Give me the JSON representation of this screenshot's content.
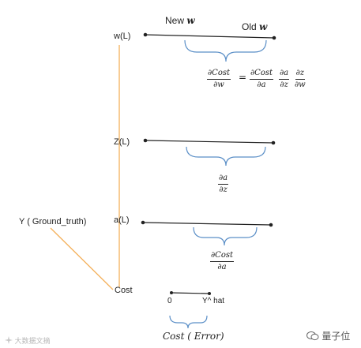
{
  "colors": {
    "line": "#222222",
    "brace": "#5b8fc7",
    "connector": "#f4b05a"
  },
  "headers": {
    "new_label": "New",
    "new_var": "w",
    "old_label": "Old",
    "old_var": "w"
  },
  "nodes": {
    "w": "w(L)",
    "z": "Z(L)",
    "a": "a(L)",
    "cost": "Cost",
    "y": "Y ( Ground_truth)"
  },
  "formulas": {
    "dcost_dw": {
      "num": "∂Cost",
      "den": "∂w"
    },
    "equals": "=",
    "dcost_da": {
      "num": "∂Cost",
      "den": "∂a"
    },
    "da_dz": {
      "num": "∂a",
      "den": "∂z"
    },
    "dz_dw": {
      "num": "∂z",
      "den": "∂w"
    },
    "da_dz_mid": {
      "num": "∂a",
      "den": "∂z"
    },
    "dcost_da_low": {
      "num": "∂Cost",
      "den": "∂a"
    }
  },
  "cost_scale": {
    "zero": "0",
    "yhat": "Y^ hat",
    "caption": "Cost ( Error)"
  },
  "watermark": {
    "left": "大数据文摘",
    "right": "量子位"
  },
  "icons": {
    "left": "cross-star-icon",
    "right": "wechat-icon"
  }
}
